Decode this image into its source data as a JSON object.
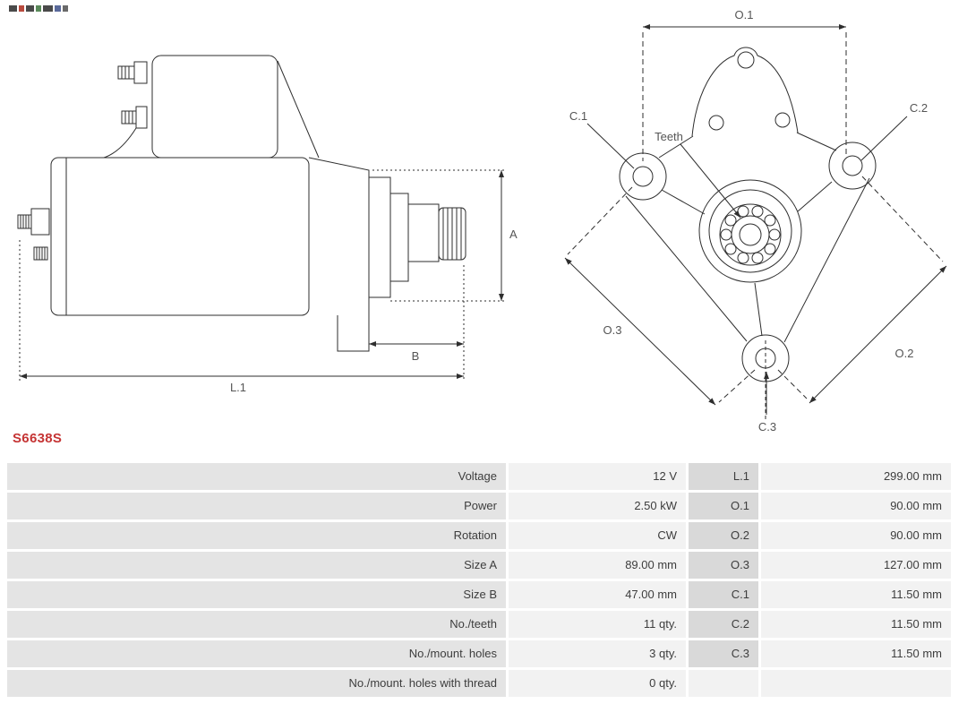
{
  "part_number": "S6638S",
  "colors": {
    "part_number_red": "#c53434",
    "table_label_bg": "#e4e4e4",
    "table_value_bg": "#f2f2f2",
    "table_dim_bg": "#d9d9d9",
    "diagram_line": "#2e2e2e"
  },
  "diagram_labels": {
    "side": {
      "a": "A",
      "b": "B",
      "l1": "L.1"
    },
    "front": {
      "o1": "O.1",
      "o2": "O.2",
      "o3": "O.3",
      "c1": "C.1",
      "c2": "C.2",
      "c3": "C.3",
      "teeth": "Teeth"
    }
  },
  "table": {
    "rows": [
      {
        "property": "Voltage",
        "value": "12 V",
        "dim": "L.1",
        "dim_value": "299.00 mm"
      },
      {
        "property": "Power",
        "value": "2.50 kW",
        "dim": "O.1",
        "dim_value": "90.00 mm"
      },
      {
        "property": "Rotation",
        "value": "CW",
        "dim": "O.2",
        "dim_value": "90.00 mm"
      },
      {
        "property": "Size A",
        "value": "89.00 mm",
        "dim": "O.3",
        "dim_value": "127.00 mm"
      },
      {
        "property": "Size B",
        "value": "47.00 mm",
        "dim": "C.1",
        "dim_value": "11.50 mm"
      },
      {
        "property": "No./teeth",
        "value": "11 qty.",
        "dim": "C.2",
        "dim_value": "11.50 mm"
      },
      {
        "property": "No./mount. holes",
        "value": "3 qty.",
        "dim": "C.3",
        "dim_value": "11.50 mm"
      },
      {
        "property": "No./mount. holes with thread",
        "value": "0 qty.",
        "dim": "",
        "dim_value": ""
      }
    ]
  }
}
